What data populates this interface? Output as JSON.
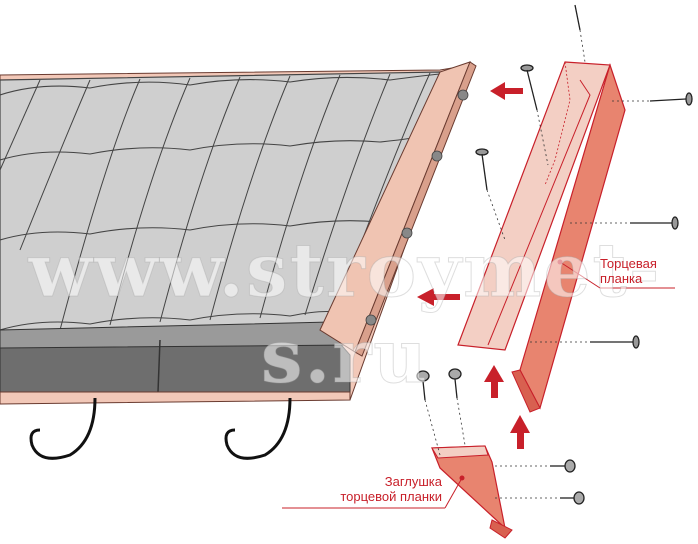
{
  "labels": {
    "end_strip": "Торцевая планка",
    "end_strip_line1": "Торцевая",
    "end_strip_line2": "планка",
    "end_cap_line1": "Заглушка",
    "end_cap_line2": "торцевой планки"
  },
  "watermark": "www.stroymet-s.ru",
  "colors": {
    "accent_red": "#c8202a",
    "strip_fill": "#f0c0b4",
    "strip_dark": "#e07060",
    "tile_gray": "#c8c8c8",
    "wood": "#f2c8b8"
  },
  "icons": [
    "screw-icon",
    "nail-icon",
    "arrow-left-icon",
    "arrow-up-icon",
    "gutter-hook-icon"
  ]
}
